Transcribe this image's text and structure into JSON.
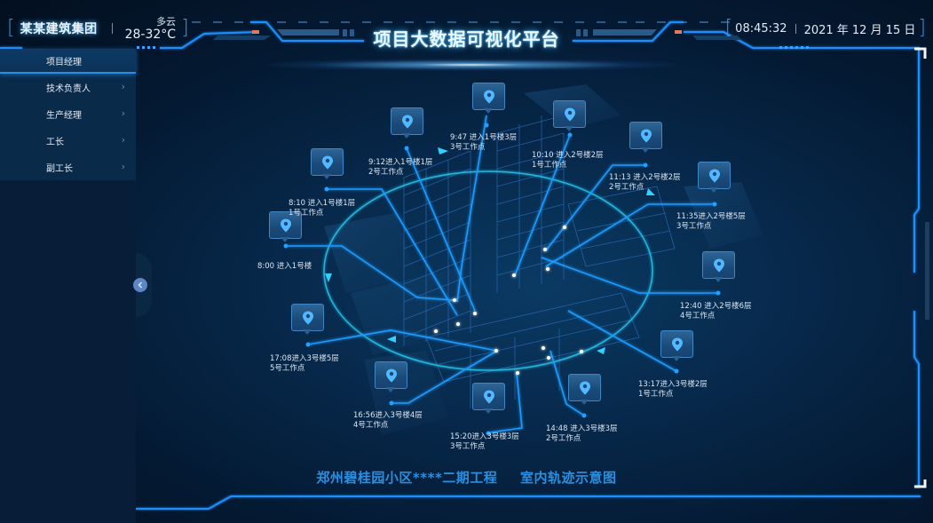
{
  "header": {
    "company": "某某建筑集团",
    "weather": {
      "condition": "多云",
      "temperature": "28-32°C"
    },
    "title": "项目大数据可视化平台",
    "time": "08:45:32",
    "date": "2021 年 12 月 15 日"
  },
  "sidebar": {
    "items": [
      {
        "label": "项目经理",
        "active": true
      },
      {
        "label": "技术负责人",
        "chevron": "›"
      },
      {
        "label": "生产经理",
        "chevron": "›"
      },
      {
        "label": "工长",
        "chevron": "›"
      },
      {
        "label": "副工长",
        "chevron": "›"
      }
    ],
    "collapse_icon": "chevron-left-icon"
  },
  "track": {
    "points": [
      {
        "id": "p1",
        "line1": "8:00  进入1号楼",
        "line2": ""
      },
      {
        "id": "p2",
        "line1": "8:10 进入1号楼1层",
        "line2": "1号工作点"
      },
      {
        "id": "p3",
        "line1": "9:12进入1号楼1层",
        "line2": "2号工作点"
      },
      {
        "id": "p4",
        "line1": "9:47 进入1号楼3层",
        "line2": "3号工作点"
      },
      {
        "id": "p5",
        "line1": "10:10 进入2号楼2层",
        "line2": "1号工作点"
      },
      {
        "id": "p6",
        "line1": "11:13 进入2号楼2层",
        "line2": "2号工作点"
      },
      {
        "id": "p7",
        "line1": "11:35进入2号楼5层",
        "line2": "3号工作点"
      },
      {
        "id": "p8",
        "line1": "12:40 进入2号楼6层",
        "line2": "4号工作点"
      },
      {
        "id": "p9",
        "line1": "13:17进入3号楼2层",
        "line2": "1号工作点"
      },
      {
        "id": "p10",
        "line1": "14:48 进入3号楼3层",
        "line2": "2号工作点"
      },
      {
        "id": "p11",
        "line1": "15:20进入3号楼3层",
        "line2": "3号工作点"
      },
      {
        "id": "p12",
        "line1": "16:56进入3号楼4层",
        "line2": "4号工作点"
      },
      {
        "id": "p13",
        "line1": "17:08进入3号楼5层",
        "line2": "5号工作点"
      }
    ],
    "marker_icon": "location-pin-icon"
  },
  "footer": {
    "project": "郑州碧桂园小区****二期工程",
    "caption": "室内轨迹示意图"
  },
  "colors": {
    "accent": "#1e8fff",
    "title_glow": "#39b4ff",
    "subtitle": "#2a8fe0",
    "orange_mark": "#e07a5f"
  }
}
